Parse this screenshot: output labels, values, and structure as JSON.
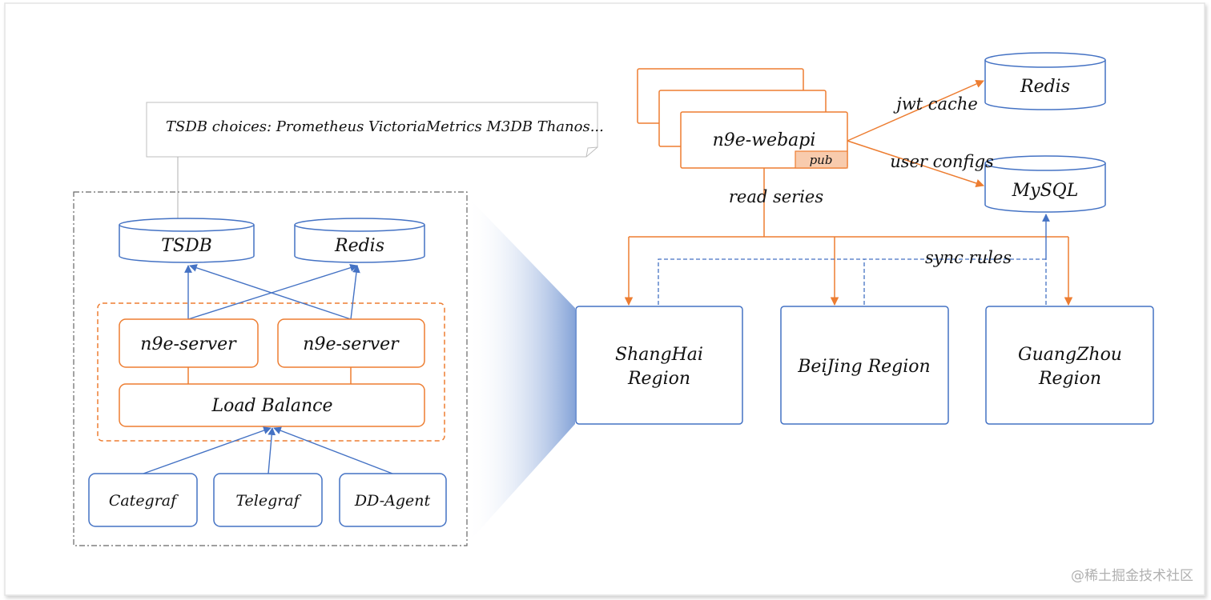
{
  "tsdb_note": "TSDB choices: Prometheus VictoriaMetrics M3DB Thanos...",
  "left_cluster": {
    "tsdb": "TSDB",
    "redis": "Redis",
    "server_1": "n9e-server",
    "server_2": "n9e-server",
    "load_balance": "Load Balance",
    "agents": [
      "Categraf",
      "Telegraf",
      "DD-Agent"
    ]
  },
  "center": {
    "webapi": "n9e-webapi",
    "pub_tag": "pub",
    "redis": "Redis",
    "mysql": "MySQL",
    "edge_jwt_cache": "jwt cache",
    "edge_user_configs": "user configs",
    "edge_read_series": "read series",
    "edge_sync_rules": "sync rules"
  },
  "regions": [
    {
      "line1": "ShangHai",
      "line2": "Region"
    },
    {
      "line1": "BeiJing Region",
      "line2": ""
    },
    {
      "line1": "GuangZhou",
      "line2": "Region"
    }
  ],
  "watermark": "@稀土掘金技术社区",
  "colors": {
    "blue": "#4472c4",
    "orange": "#ed7d31",
    "pub_fill": "#f8cbad",
    "frame": "#666666"
  }
}
